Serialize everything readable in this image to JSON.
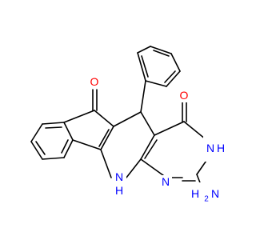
{
  "molecule": {
    "atoms": {
      "o_ketone": {
        "label": "O",
        "color": "#ff0000"
      },
      "o_amide": {
        "label": "O",
        "color": "#ff0000"
      },
      "nh_ring": {
        "label": "N",
        "sub": "H",
        "color": "#0000ff"
      },
      "nh_amide": {
        "label": "N",
        "sub": "H",
        "color": "#0000ff"
      },
      "n_ring": {
        "label": "N",
        "color": "#0000ff"
      },
      "nh2": {
        "label": "H",
        "n": "N",
        "sub": "2",
        "color": "#0000ff"
      }
    },
    "bond_color": "#000000"
  }
}
